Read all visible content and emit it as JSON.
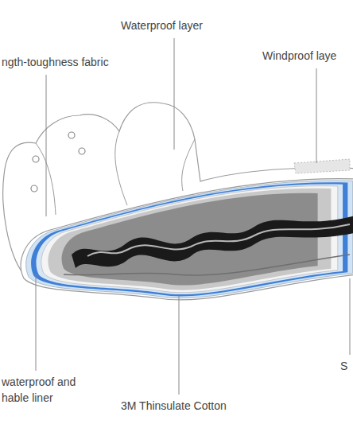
{
  "diagram": {
    "labels": [
      "Waterproof layer",
      "ngth-toughness fabric",
      "Windproof laye",
      "waterproof and hable liner",
      "3M Thinsulate Cotton",
      "S"
    ]
  }
}
